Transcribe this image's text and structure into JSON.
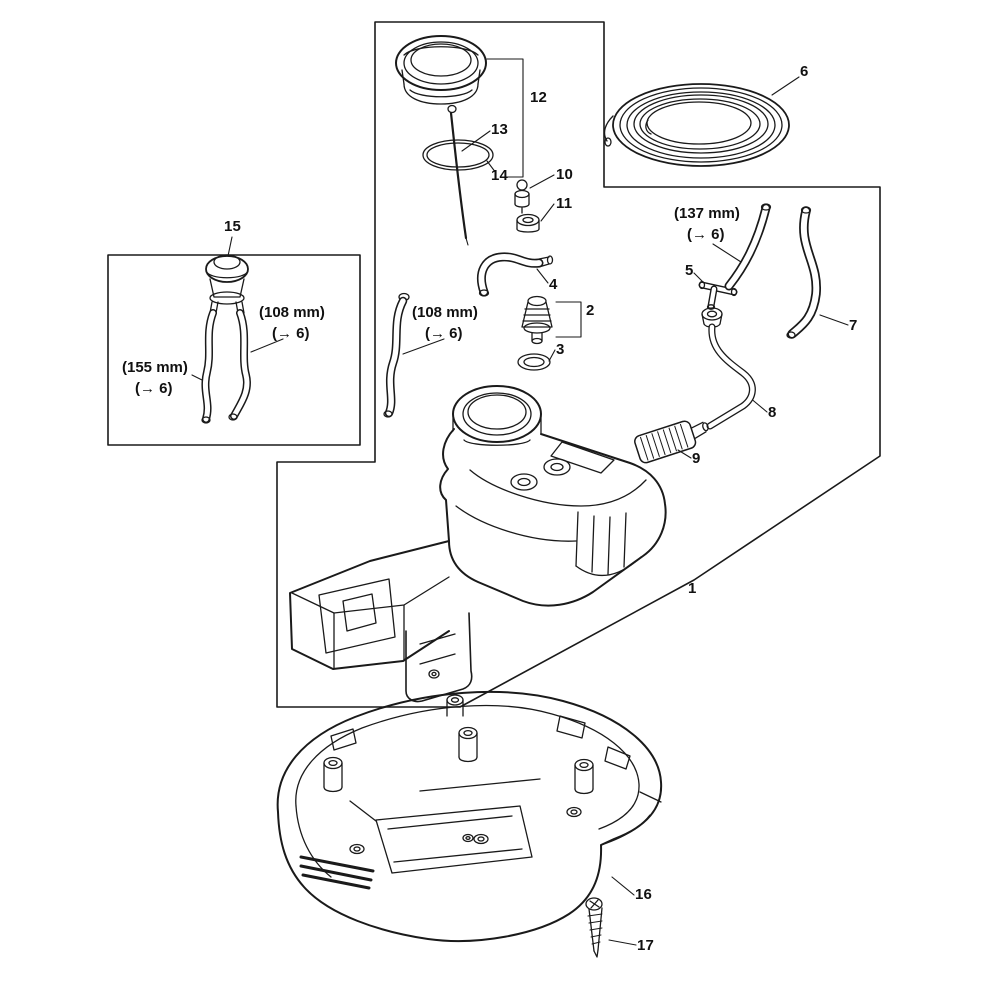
{
  "figure": {
    "kind": "exploded-parts-diagram",
    "background": "#ffffff",
    "ink": "#1a1a1a",
    "callouts": {
      "c1": "1",
      "c2": "2",
      "c3": "3",
      "c4": "4",
      "c5": "5",
      "c6": "6",
      "c7": "7",
      "c8": "8",
      "c9": "9",
      "c10": "10",
      "c11": "11",
      "c12": "12",
      "c13": "13",
      "c14": "14",
      "c15": "15",
      "c16": "16",
      "c17": "17"
    },
    "annotations": {
      "len137": {
        "value": "(137 mm)",
        "ref": "(→ 6)"
      },
      "len108_hose": {
        "value": "(108 mm)",
        "ref": "(→ 6)"
      },
      "len108_filter": {
        "value": "(108 mm)",
        "ref": "(→ 6)"
      },
      "len155": {
        "value": "(155 mm)",
        "ref": "(→ 6)"
      }
    }
  }
}
